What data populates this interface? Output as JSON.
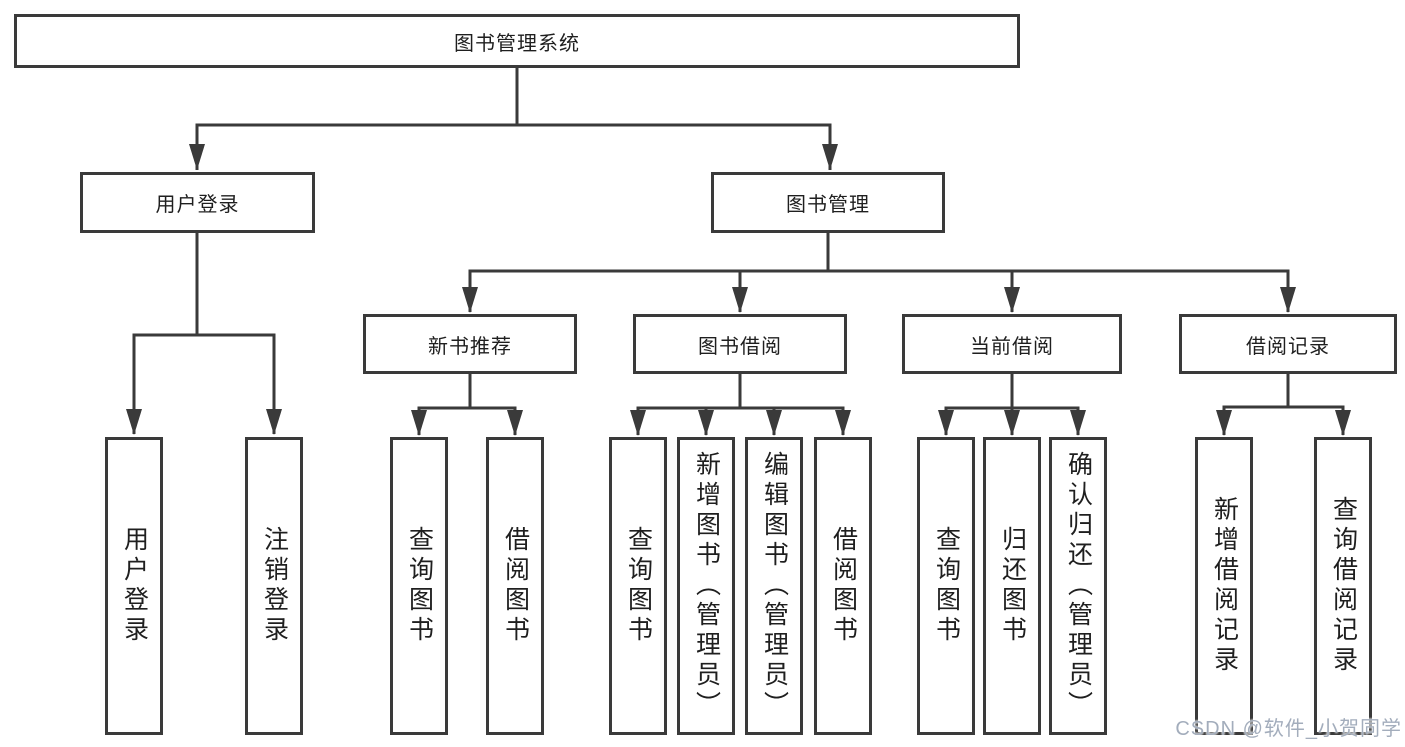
{
  "diagram": {
    "type": "hierarchy-tree",
    "title": "图书管理系统",
    "watermark": "CSDN @软件_小贺同学",
    "colors": {
      "line": "#3a3a3a",
      "box_border": "#3a3a3a",
      "box_background": "#ffffff",
      "text": "#1f1f1f",
      "watermark": "#a3adbc",
      "background": "#ffffff"
    },
    "tree": {
      "label": "图书管理系统",
      "children": [
        {
          "label": "用户登录",
          "children": [
            {
              "label": "用户登录"
            },
            {
              "label": "注销登录"
            }
          ]
        },
        {
          "label": "图书管理",
          "children": [
            {
              "label": "新书推荐",
              "children": [
                {
                  "label": "查询图书"
                },
                {
                  "label": "借阅图书"
                }
              ]
            },
            {
              "label": "图书借阅",
              "children": [
                {
                  "label": "查询图书"
                },
                {
                  "label": "新增图书（管理员）"
                },
                {
                  "label": "编辑图书（管理员）"
                },
                {
                  "label": "借阅图书"
                }
              ]
            },
            {
              "label": "当前借阅",
              "children": [
                {
                  "label": "查询图书"
                },
                {
                  "label": "归还图书"
                },
                {
                  "label": "确认归还（管理员）"
                }
              ]
            },
            {
              "label": "借阅记录",
              "children": [
                {
                  "label": "新增借阅记录"
                },
                {
                  "label": "查询借阅记录"
                }
              ]
            }
          ]
        }
      ]
    }
  }
}
